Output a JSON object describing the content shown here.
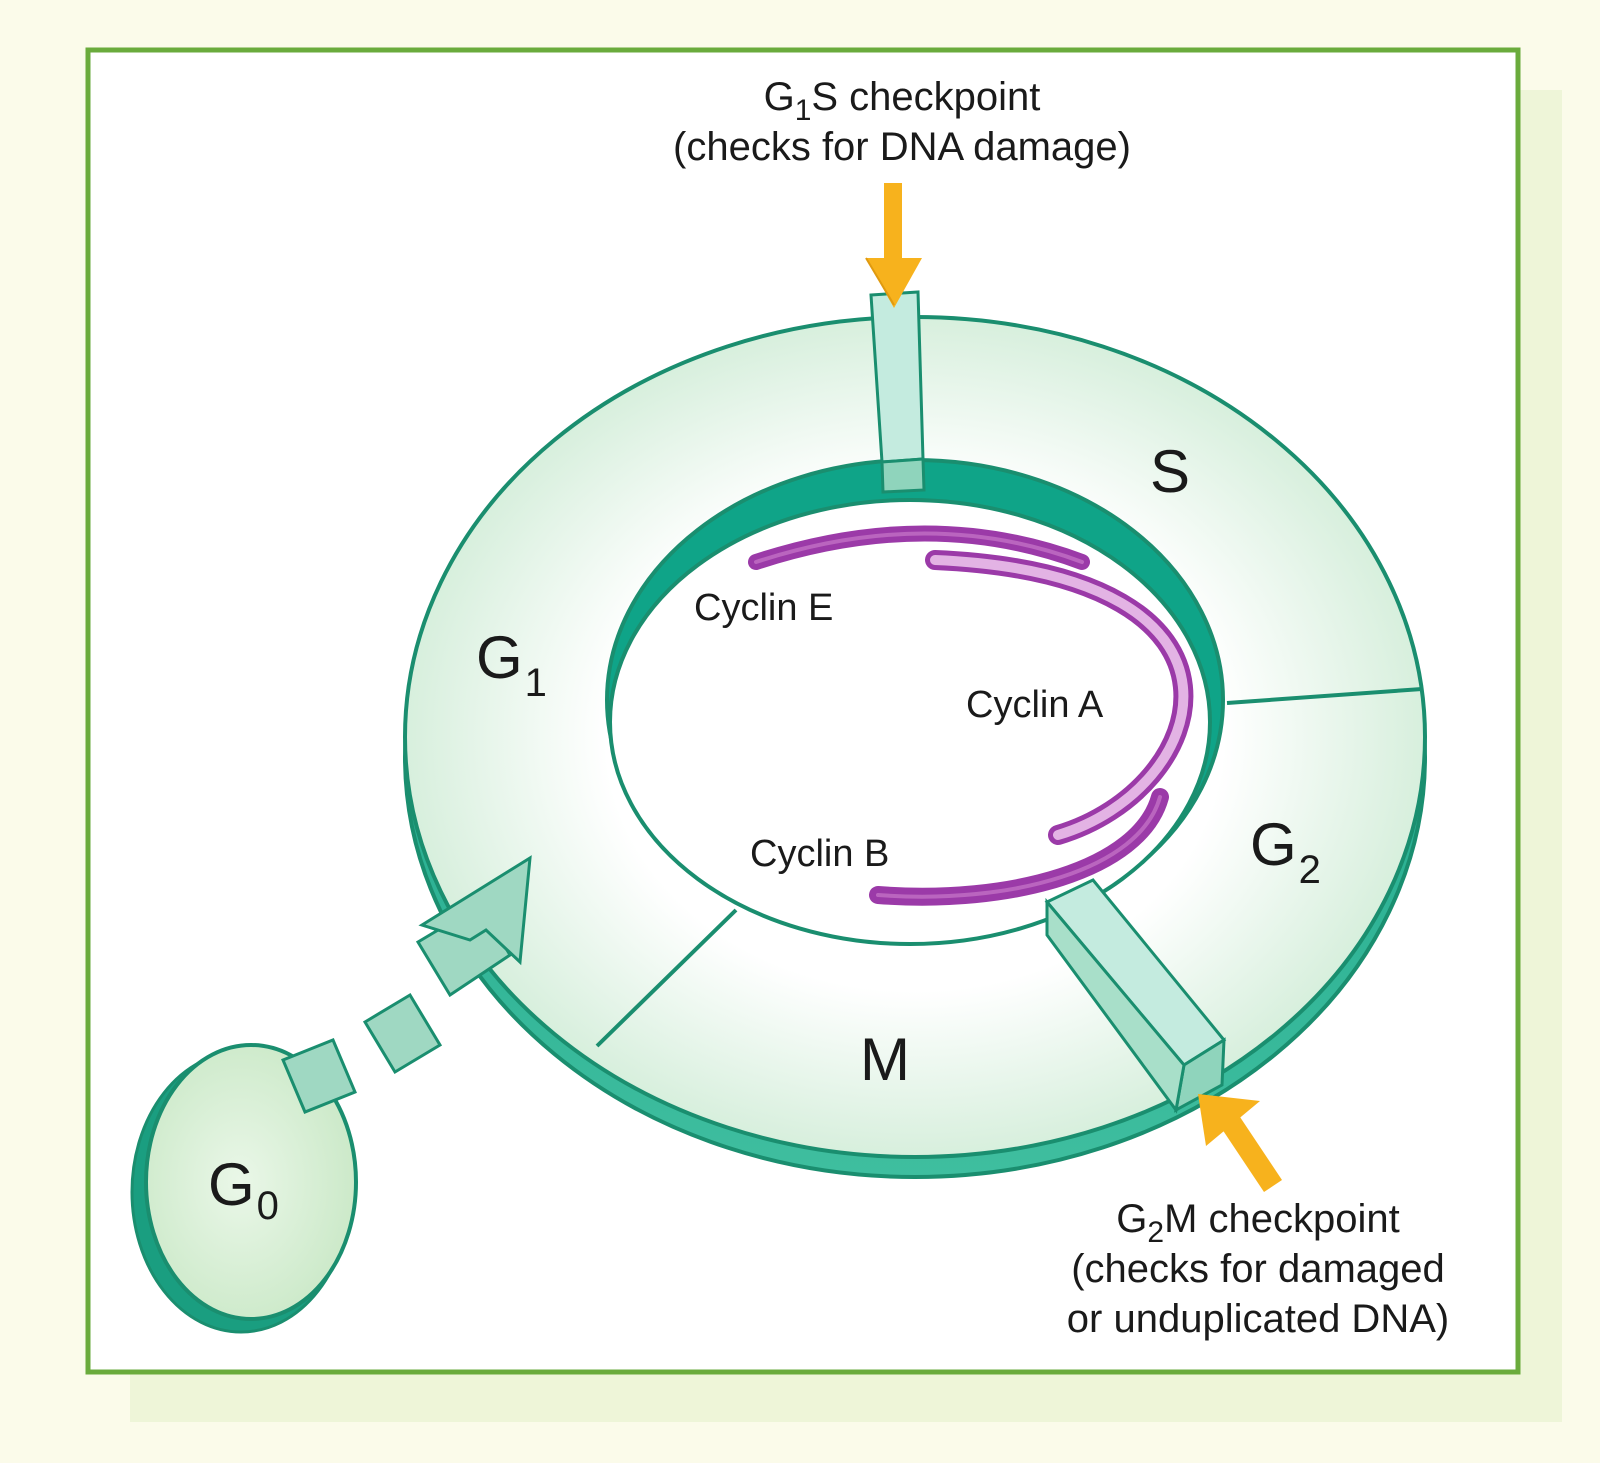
{
  "phases": {
    "g0": {
      "letter": "G",
      "sub": "0"
    },
    "g1": {
      "letter": "G",
      "sub": "1"
    },
    "s": {
      "label": "S"
    },
    "g2": {
      "letter": "G",
      "sub": "2"
    },
    "m": {
      "label": "M"
    }
  },
  "cyclins": {
    "e": "Cyclin E",
    "a": "Cyclin A",
    "b": "Cyclin B"
  },
  "checkpoints": {
    "g1s": {
      "line1_prefix": "G",
      "line1_sub": "1",
      "line1_suffix": "S checkpoint",
      "line2": "(checks for DNA damage)"
    },
    "g2m": {
      "line1_prefix": "G",
      "line1_sub": "2",
      "line1_suffix": "M checkpoint",
      "line2": "(checks for damaged",
      "line3": "or unduplicated DNA)"
    }
  },
  "colors": {
    "background": "#fbfbea",
    "panel": "#ffffff",
    "panel_border": "#6aab3c",
    "panel_shadow": "#eef5d8",
    "ring_fill": "#d6efdb",
    "ring_edge": "#1a8e6f",
    "ring_side": "#0fa488",
    "checkpoint_block": "#c4ebdf",
    "arrow": "#f7b21d",
    "cyclin_dark": "#9b3aa8",
    "cyclin_light": "#d99ad8"
  }
}
